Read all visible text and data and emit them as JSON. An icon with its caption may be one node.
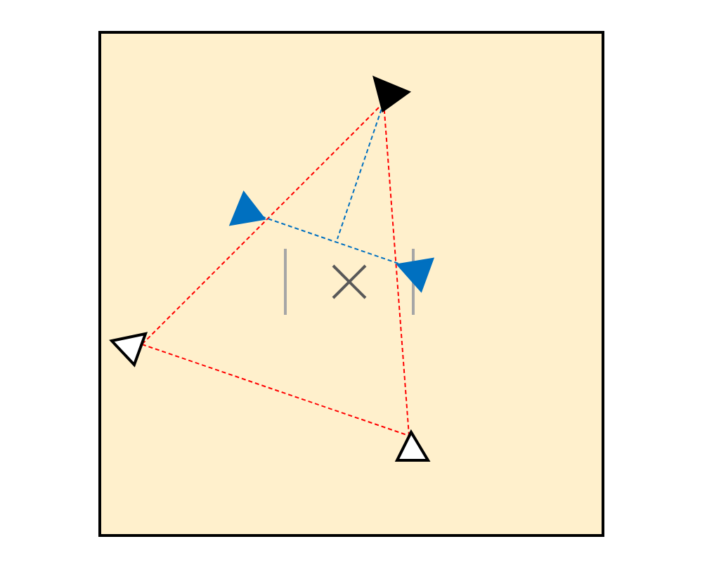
{
  "diagram": {
    "nodes": [
      {
        "text": [],
        "shape": "triangle"
      },
      {
        "text": [],
        "shape": "triangle"
      },
      {
        "text": [],
        "shape": "triangle"
      },
      {
        "text": [],
        "shape": "triangle"
      },
      {
        "text": [],
        "shape": "triangle"
      }
    ],
    "edges": [
      {
        "from": 0,
        "to": 1,
        "arrow": "none",
        "style": "dashed"
      },
      {
        "from": 0,
        "to": 2,
        "arrow": "none",
        "style": "dashed"
      },
      {
        "from": 1,
        "to": 2,
        "arrow": "none",
        "style": "dashed"
      },
      {
        "from": 3,
        "to": 4,
        "arrow": "none",
        "style": "dashed",
        "color": "#0070c0"
      },
      {
        "from": 0,
        "to": null,
        "arrow": "none",
        "style": "dashed",
        "color": "#0070c0"
      }
    ]
  }
}
